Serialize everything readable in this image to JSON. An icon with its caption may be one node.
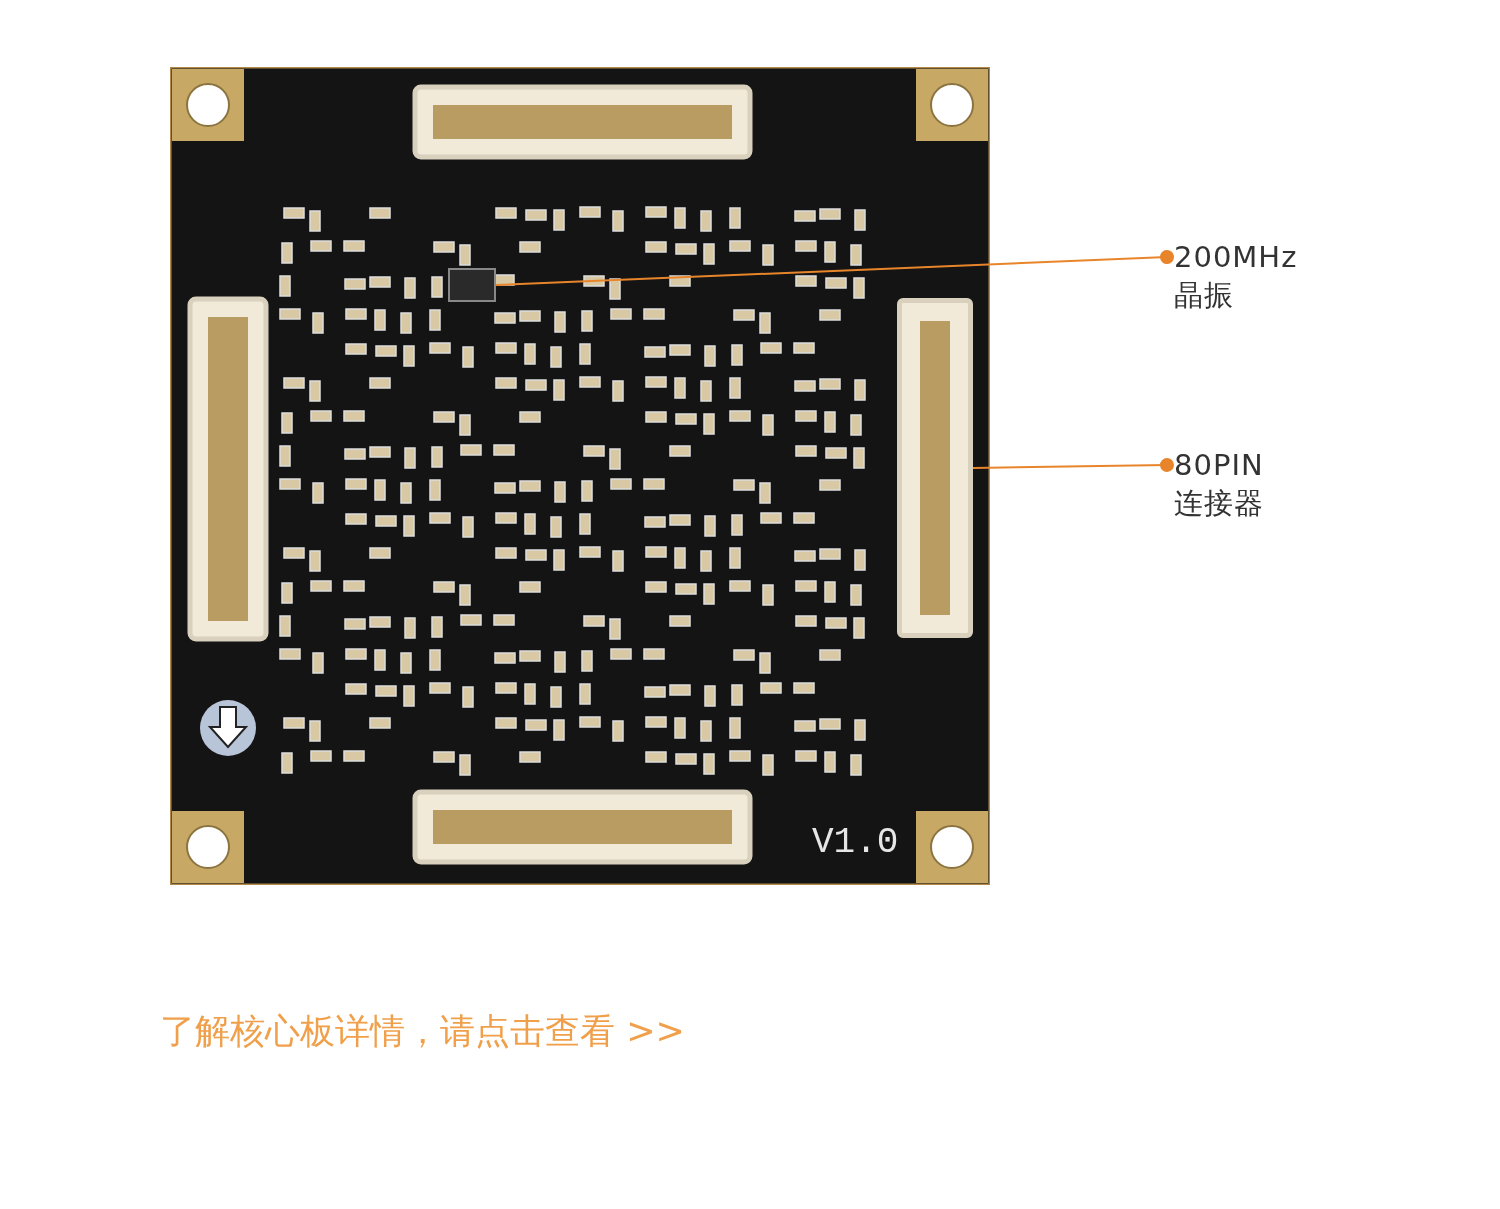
{
  "diagram": {
    "nodes": [
      {
        "text": [],
        "shape": "picture"
      },
      {
        "text": [],
        "shape": "box",
        "in": 0
      },
      {
        "text": [],
        "shape": "box",
        "in": 0
      },
      {
        "text": [
          "200MHz 晶振"
        ]
      },
      {
        "text": [
          "80PIN 连接器"
        ]
      }
    ],
    "edges": [
      {
        "from": 3,
        "to": 1,
        "arrow": "other",
        "color": "#e8852b"
      },
      {
        "from": 4,
        "to": 2,
        "arrow": "other",
        "color": "#e8852b"
      }
    ],
    "labels": [
      "V1.0",
      "了解核心板详情，请点击查看 >>"
    ]
  }
}
